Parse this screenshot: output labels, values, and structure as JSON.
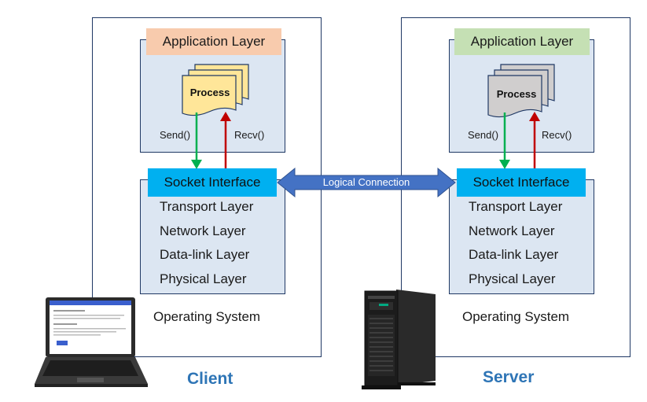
{
  "client": {
    "app_layer": "Application Layer",
    "app_color": "#f8cbad",
    "process": "Process",
    "process_color": "#ffe699",
    "send": "Send()",
    "recv": "Recv()",
    "socket": "Socket Interface",
    "layers": [
      "Transport Layer",
      "Network Layer",
      "Data-link Layer",
      "Physical Layer"
    ],
    "os": "Operating System",
    "label": "Client",
    "device_icon": "laptop-icon"
  },
  "server": {
    "app_layer": "Application Layer",
    "app_color": "#c5e0b4",
    "process": "Process",
    "process_color": "#d0cece",
    "send": "Send()",
    "recv": "Recv()",
    "socket": "Socket Interface",
    "layers": [
      "Transport Layer",
      "Network Layer",
      "Data-link Layer",
      "Physical Layer"
    ],
    "os": "Operating System",
    "label": "Server",
    "device_icon": "tower-server-icon"
  },
  "connection": {
    "label": "Logical Connection",
    "color": "#4472c4"
  },
  "colors": {
    "send_arrow": "#00b050",
    "recv_arrow": "#c00000",
    "socket": "#00b0f0",
    "stack_fill": "#dce6f2",
    "border": "#1f3864"
  }
}
